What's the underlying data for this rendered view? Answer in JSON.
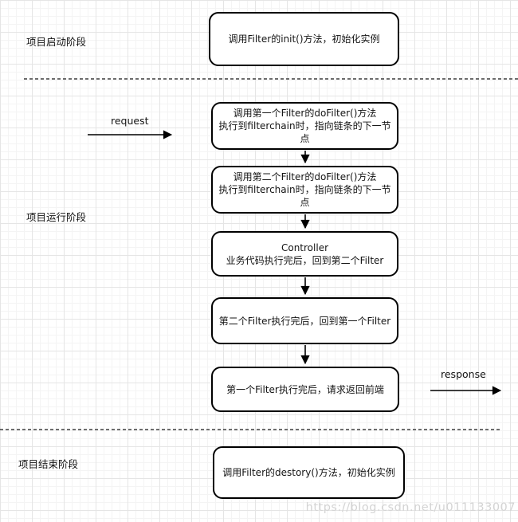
{
  "diagram": {
    "phase_labels": {
      "startup": "项目启动阶段",
      "running": "项目运行阶段",
      "end": "项目结束阶段"
    },
    "flow_labels": {
      "request": "request",
      "response": "response"
    },
    "boxes": [
      {
        "id": "init",
        "lines": [
          "调用Filter的init()方法，初始化实例"
        ]
      },
      {
        "id": "first-dofilter",
        "lines": [
          "调用第一个Filter的doFilter()方法",
          "执行到filterchain时，指向链条的下一节点"
        ]
      },
      {
        "id": "second-dofilter",
        "lines": [
          "调用第二个Filter的doFilter()方法",
          "执行到filterchain时，指向链条的下一节点"
        ]
      },
      {
        "id": "controller",
        "lines": [
          "Controller",
          "业务代码执行完后，回到第二个Filter"
        ]
      },
      {
        "id": "second-filter-return",
        "lines": [
          "第二个Filter执行完后，回到第一个Filter"
        ]
      },
      {
        "id": "first-filter-return",
        "lines": [
          "第一个Filter执行完后，请求返回前端"
        ]
      },
      {
        "id": "destroy",
        "lines": [
          "调用Filter的destory()方法，初始化实例"
        ]
      }
    ],
    "watermark": "https://blog.csdn.net/u011133007",
    "colors": {
      "box_border": "#000000",
      "box_fill": "#ffffff",
      "text": "#141414",
      "grid_minor": "#f4f4f4",
      "grid_major": "#e5e5e5",
      "dashed_line": "#3d3d3d",
      "watermark": "#d4d4d4"
    }
  }
}
